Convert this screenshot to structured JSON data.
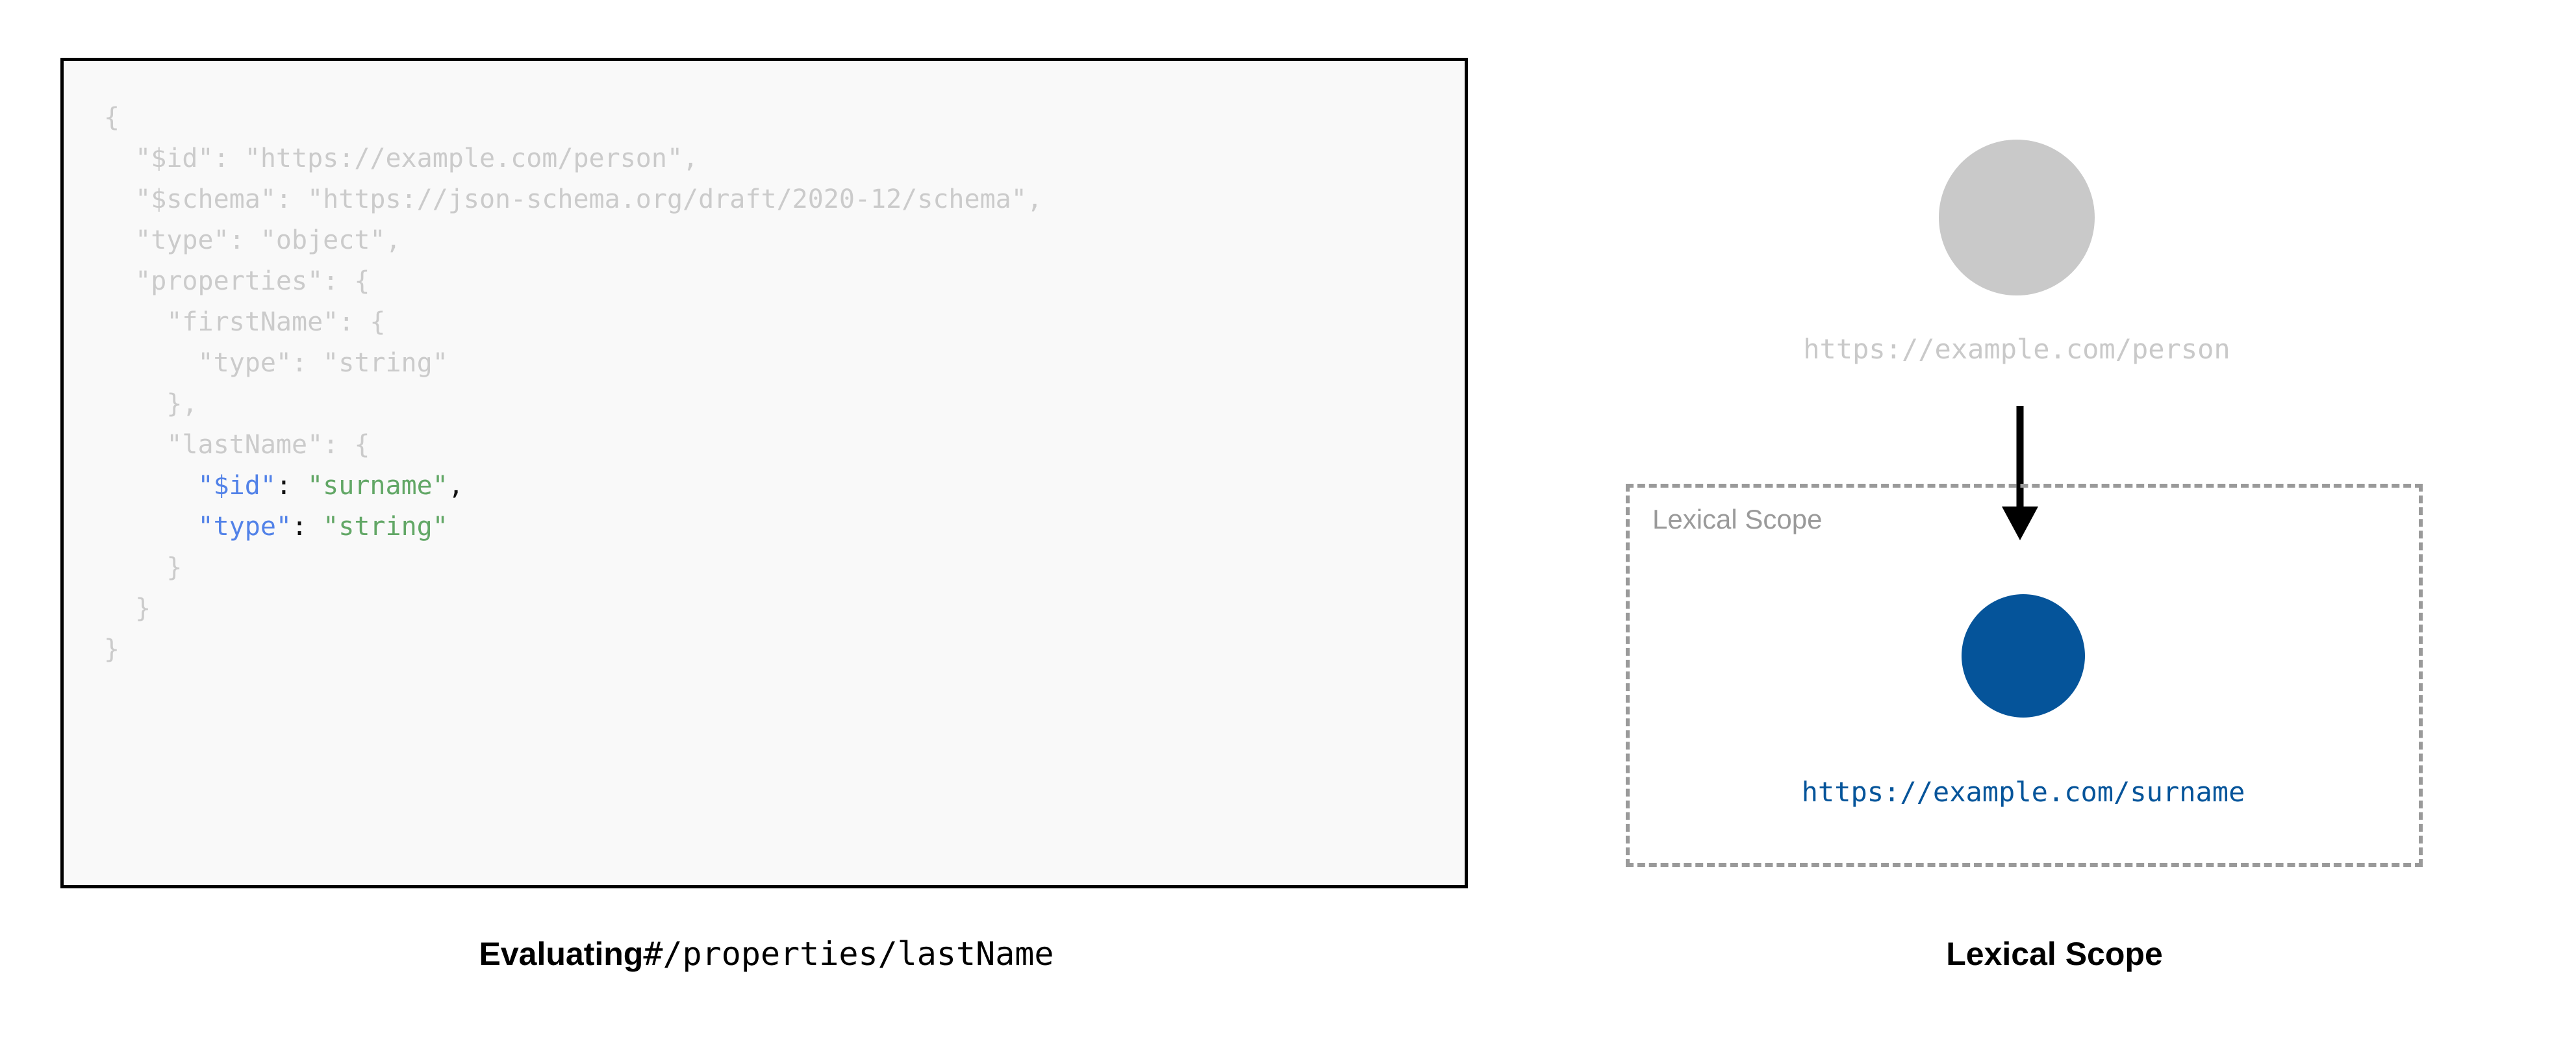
{
  "left": {
    "caption_bold": "Evaluating",
    "caption_mono": "#/properties/lastName",
    "code": {
      "lines": [
        {
          "indent": 0,
          "state": "dim",
          "text": "{"
        },
        {
          "indent": 1,
          "state": "dim",
          "text": "\"$id\": \"https://example.com/person\","
        },
        {
          "indent": 1,
          "state": "dim",
          "text": "\"$schema\": \"https://json-schema.org/draft/2020-12/schema\","
        },
        {
          "indent": 1,
          "state": "dim",
          "text": "\"type\": \"object\","
        },
        {
          "indent": 1,
          "state": "dim",
          "text": "\"properties\": {"
        },
        {
          "indent": 2,
          "state": "dim",
          "text": "\"firstName\": {"
        },
        {
          "indent": 3,
          "state": "dim",
          "text": "\"type\": \"string\""
        },
        {
          "indent": 2,
          "state": "dim",
          "text": "},"
        },
        {
          "indent": 2,
          "state": "dim",
          "text": "\"lastName\": {"
        },
        {
          "indent": 3,
          "state": "highlighted",
          "key": "\"$id\"",
          "colon": ": ",
          "value": "\"surname\"",
          "trail": ","
        },
        {
          "indent": 3,
          "state": "highlighted",
          "key": "\"type\"",
          "colon": ": ",
          "value": "\"string\"",
          "trail": ""
        },
        {
          "indent": 2,
          "state": "dim",
          "text": "}"
        },
        {
          "indent": 1,
          "state": "dim",
          "text": "}"
        },
        {
          "indent": 0,
          "state": "dim",
          "text": "}"
        }
      ]
    }
  },
  "right": {
    "caption": "Lexical Scope",
    "parent_node": {
      "label": "https://example.com/person",
      "color": "#c9c9c9"
    },
    "scope_box": {
      "label": "Lexical Scope",
      "border_color": "#9a9a9a"
    },
    "child_node": {
      "label": "https://example.com/surname",
      "color": "#05549a"
    },
    "arrow": {
      "direction": "down",
      "color": "#000000"
    }
  },
  "colors": {
    "code_dim": "#cbcbcb",
    "code_key": "#5282e8",
    "code_string": "#62a766",
    "code_punctuation": "#111111",
    "code_background": "#f9f9f9",
    "code_border": "#000000",
    "node_active": "#05549a",
    "node_inactive": "#c9c9c9",
    "scope_dash": "#9a9a9a",
    "page_background": "#ffffff"
  }
}
